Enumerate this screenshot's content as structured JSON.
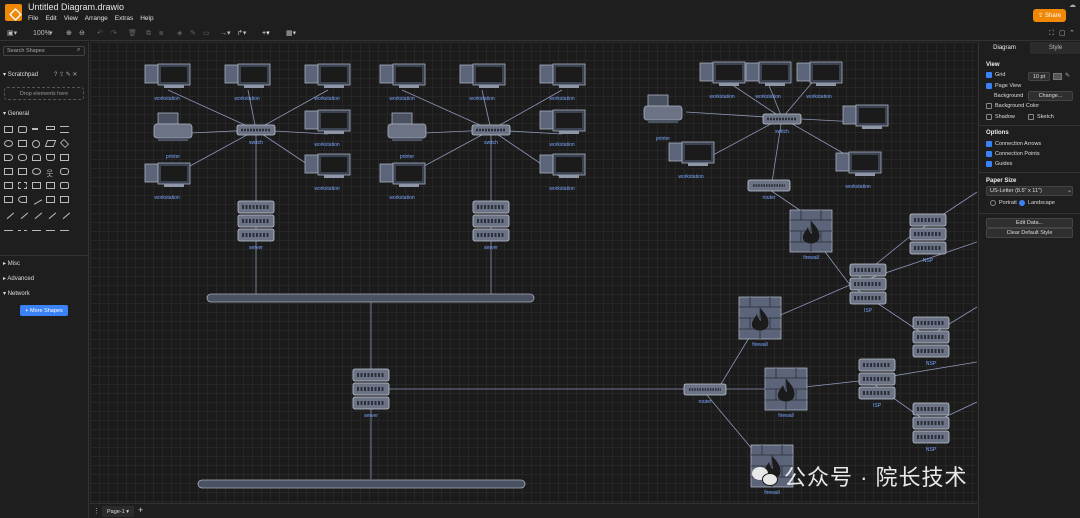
{
  "app": {
    "title": "Untitled Diagram.drawio",
    "menu": [
      "File",
      "Edit",
      "View",
      "Arrange",
      "Extras",
      "Help"
    ],
    "share_label": "Share",
    "zoom": "100%"
  },
  "left_panel": {
    "search_placeholder": "Search Shapes",
    "scratchpad": "Scratchpad",
    "drop_here": "Drop elements here",
    "sections": [
      "General",
      "Misc",
      "Advanced",
      "Network"
    ],
    "more_shapes": "+ More Shapes"
  },
  "right_panel": {
    "tabs": [
      "Diagram",
      "Style"
    ],
    "view_heading": "View",
    "grid_label": "Grid",
    "grid_size": "10 pt",
    "page_view_label": "Page View",
    "background_label": "Background",
    "change_label": "Change...",
    "background_color_label": "Background Color",
    "shadow_label": "Shadow",
    "sketch_label": "Sketch",
    "options_heading": "Options",
    "connection_arrows": "Connection Arrows",
    "connection_points": "Connection Points",
    "guides": "Guides",
    "paper_size_heading": "Paper Size",
    "paper_size": "US-Letter (8.5\" x 11\")",
    "portrait": "Portrait",
    "landscape": "Landscape",
    "edit_data": "Edit Data...",
    "clear_default_style": "Clear Default Style"
  },
  "page_tab": "Page-1",
  "labels": {
    "workstation": "workstation",
    "printer": "printer",
    "switch": "switch",
    "server": "server",
    "router": "router",
    "firewall": "firewall",
    "isp": "ISP",
    "nsp": "NSP"
  },
  "watermark": "公众号 · 院长技术",
  "colors": {
    "accent": "#f08705",
    "label": "#7aa7ff",
    "link": "#3b82f6"
  }
}
